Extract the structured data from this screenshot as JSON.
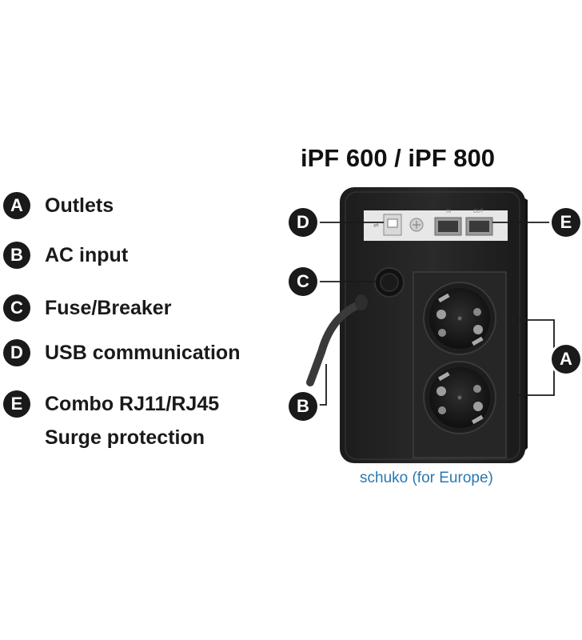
{
  "title": "iPF 600 / iPF 800",
  "caption": "schuko (for Europe)",
  "legend": [
    {
      "letter": "A",
      "lines": [
        "Outlets"
      ]
    },
    {
      "letter": "B",
      "lines": [
        "AC input"
      ]
    },
    {
      "letter": "C",
      "lines": [
        "Fuse/Breaker"
      ]
    },
    {
      "letter": "D",
      "lines": [
        "USB communication"
      ]
    },
    {
      "letter": "E",
      "lines": [
        "Combo RJ11/RJ45",
        "Surge protection"
      ]
    }
  ],
  "callouts": {
    "a": "A",
    "b": "B",
    "c": "C",
    "d": "D",
    "e": "E"
  },
  "ports": {
    "in": "IN",
    "out": "OUT"
  }
}
